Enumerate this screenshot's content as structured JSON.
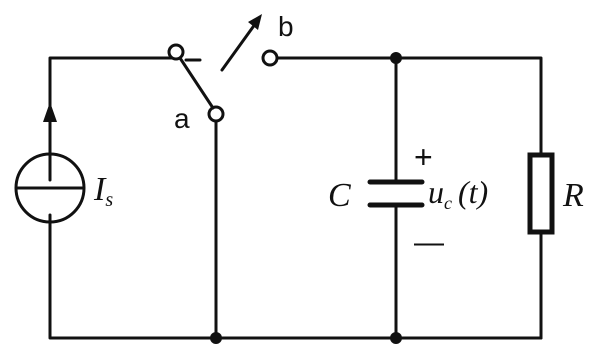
{
  "labels": {
    "source": "I",
    "source_sub": "s",
    "switch_a": "a",
    "switch_b": "b",
    "capacitor": "C",
    "plus": "+",
    "minus": "—",
    "voltage": "u",
    "voltage_sub": "c",
    "voltage_arg": "(t)",
    "resistor": "R"
  },
  "colors": {
    "ink": "#111111",
    "paper": "#ffffff"
  }
}
